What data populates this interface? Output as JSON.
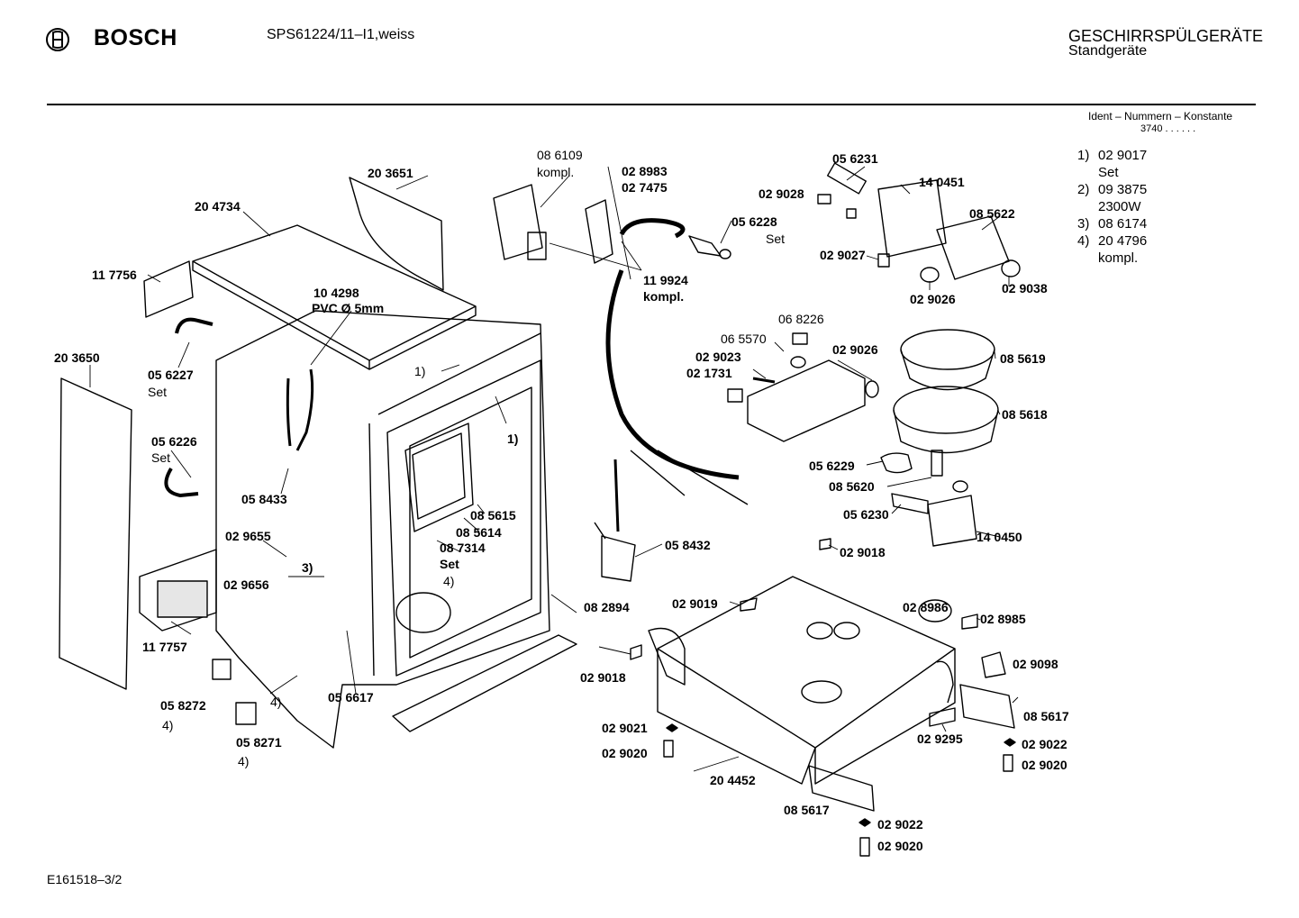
{
  "header": {
    "brand": "BOSCH",
    "model": "SPS61224/11–I1,weiss",
    "category": "GESCHIRRSPÜLGERÄTE",
    "subcategory": "Standgeräte",
    "ident_caption": "Ident – Nummern – Konstante",
    "ident_value": "3740  .  .  .  .  .  ."
  },
  "notes": [
    {
      "num": "1)",
      "text": "02 9017"
    },
    {
      "num": "",
      "text": "Set"
    },
    {
      "num": "2)",
      "text": "09 3875"
    },
    {
      "num": "",
      "text": "2300W"
    },
    {
      "num": "3)",
      "text": "08 6174"
    },
    {
      "num": "4)",
      "text": "20 4796"
    },
    {
      "num": "",
      "text": "kompl."
    }
  ],
  "labels": [
    {
      "text": "20 3651",
      "bold": true
    },
    {
      "text": "20 4734",
      "bold": true
    },
    {
      "text": "11 7756",
      "bold": true
    },
    {
      "text": "10 4298",
      "bold": true
    },
    {
      "text": "PVC Ø 5mm",
      "bold": true
    },
    {
      "text": "20 3650",
      "bold": true
    },
    {
      "text": "05 6227",
      "bold": true
    },
    {
      "text": "Set",
      "bold": false
    },
    {
      "text": "05 6226",
      "bold": true
    },
    {
      "text": "Set",
      "bold": false
    },
    {
      "text": "05 8433",
      "bold": true
    },
    {
      "text": "02 9655",
      "bold": true
    },
    {
      "text": "3)",
      "bold": true
    },
    {
      "text": "02 9656",
      "bold": true
    },
    {
      "text": "11 7757",
      "bold": true
    },
    {
      "text": "05 8272",
      "bold": true
    },
    {
      "text": "4)",
      "bold": false
    },
    {
      "text": "05 8271",
      "bold": true
    },
    {
      "text": "4)",
      "bold": false
    },
    {
      "text": "4)",
      "bold": false
    },
    {
      "text": "05 6617",
      "bold": true
    },
    {
      "text": "1)",
      "bold": false
    },
    {
      "text": "1)",
      "bold": true
    },
    {
      "text": "08 5615",
      "bold": true
    },
    {
      "text": "08 5614",
      "bold": true
    },
    {
      "text": "08 7314",
      "bold": true
    },
    {
      "text": "Set",
      "bold": true
    },
    {
      "text": "4)",
      "bold": false
    },
    {
      "text": "08 6109",
      "bold": false
    },
    {
      "text": "kompl.",
      "bold": false
    },
    {
      "text": "02 8983",
      "bold": true
    },
    {
      "text": "02 7475",
      "bold": true
    },
    {
      "text": "11 9924",
      "bold": true
    },
    {
      "text": "kompl.",
      "bold": true
    },
    {
      "text": "05 6231",
      "bold": true
    },
    {
      "text": "02 9028",
      "bold": true
    },
    {
      "text": "14 0451",
      "bold": true
    },
    {
      "text": "05 6228",
      "bold": true
    },
    {
      "text": "Set",
      "bold": false
    },
    {
      "text": "08 5622",
      "bold": true
    },
    {
      "text": "02 9027",
      "bold": true
    },
    {
      "text": "02 9026",
      "bold": true
    },
    {
      "text": "02 9038",
      "bold": true
    },
    {
      "text": "06 8226",
      "bold": false
    },
    {
      "text": "06 5570",
      "bold": false
    },
    {
      "text": "02 9023",
      "bold": true
    },
    {
      "text": "02 1731",
      "bold": true
    },
    {
      "text": "02 9026",
      "bold": true
    },
    {
      "text": "08 5619",
      "bold": true
    },
    {
      "text": "08 5618",
      "bold": true
    },
    {
      "text": "05 6229",
      "bold": true
    },
    {
      "text": "08 5620",
      "bold": true
    },
    {
      "text": "05 6230",
      "bold": true
    },
    {
      "text": "14 0450",
      "bold": true
    },
    {
      "text": "05 8432",
      "bold": true
    },
    {
      "text": "08 2894",
      "bold": true
    },
    {
      "text": "02 9018",
      "bold": true
    },
    {
      "text": "02 9019",
      "bold": true
    },
    {
      "text": "02 9018",
      "bold": true
    },
    {
      "text": "02 8986",
      "bold": true
    },
    {
      "text": "02 8985",
      "bold": true
    },
    {
      "text": "02 9098",
      "bold": true
    },
    {
      "text": "08 5617",
      "bold": true
    },
    {
      "text": "02 9295",
      "bold": true
    },
    {
      "text": "02 9022",
      "bold": true
    },
    {
      "text": "02 9020",
      "bold": true
    },
    {
      "text": "02 9021",
      "bold": true
    },
    {
      "text": "02 9020",
      "bold": true
    },
    {
      "text": "20 4452",
      "bold": true
    },
    {
      "text": "08 5617",
      "bold": true
    },
    {
      "text": "02 9022",
      "bold": true
    },
    {
      "text": "02 9020",
      "bold": true
    }
  ],
  "footer": "E161518–3/2"
}
